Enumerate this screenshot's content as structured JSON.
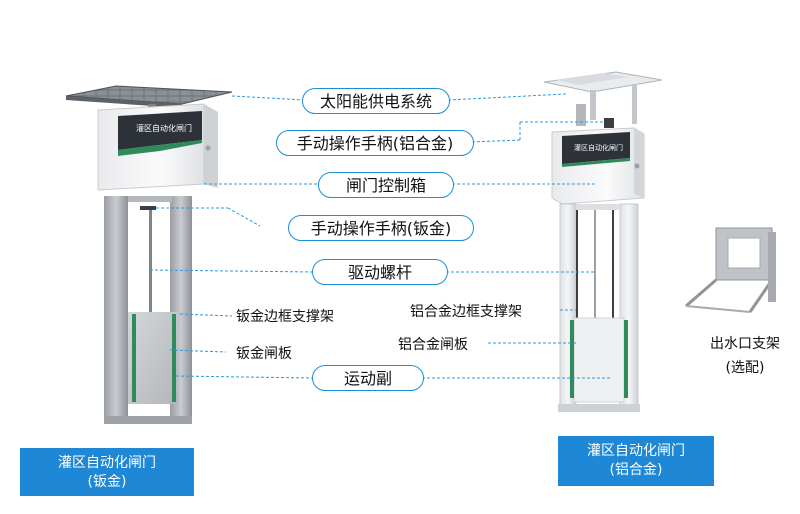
{
  "labels": {
    "solar": "太阳能供电系统",
    "handle_al": "手动操作手柄(铝合金)",
    "control_box": "闸门控制箱",
    "handle_steel": "手动操作手柄(钣金)",
    "screw": "驱动螺杆",
    "frame_steel": "钣金边框支撑架",
    "frame_al": "铝合金边框支撑架",
    "plate_al": "铝合金闸板",
    "plate_steel": "钣金闸板",
    "motion": "运动副"
  },
  "panel_text": {
    "title": "灌区自动化闸门"
  },
  "captions": {
    "left_line1": "灌区自动化闸门",
    "left_line2": "(钣金)",
    "right_line1": "灌区自动化闸门",
    "right_line2": "(铝合金)"
  },
  "outlet": {
    "line1": "出水口支架",
    "line2": "(选配)"
  },
  "colors": {
    "accent": "#1a8fd8",
    "caption_bg": "#1e88d6",
    "gate_green": "#2f8c5a"
  }
}
